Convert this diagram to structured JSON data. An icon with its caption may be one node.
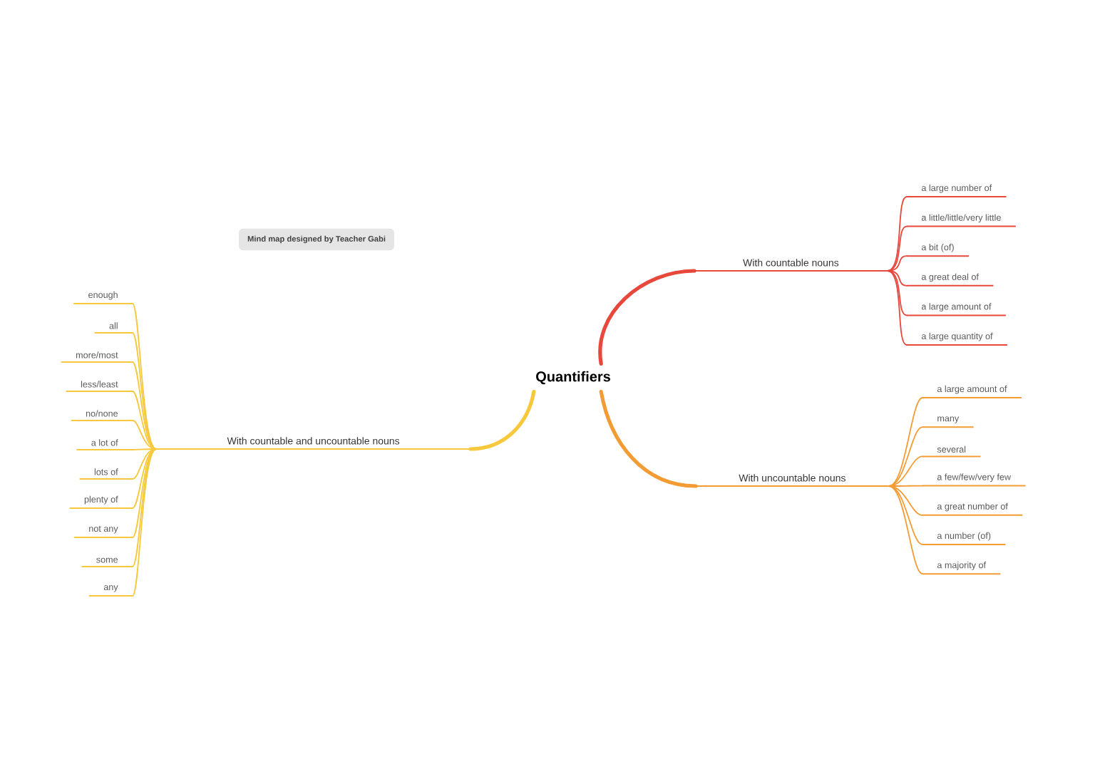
{
  "diagram": {
    "nodes": [
      {
        "text": [
          "Quantifiers"
        ]
      },
      {
        "text": [
          "With countable nouns"
        ]
      },
      {
        "text": [
          "a large number of"
        ]
      },
      {
        "text": [
          "a little/little/very little"
        ]
      },
      {
        "text": [
          "a bit (of)"
        ]
      },
      {
        "text": [
          "a great deal of"
        ]
      },
      {
        "text": [
          "a large amount of"
        ]
      },
      {
        "text": [
          "a large quantity of"
        ]
      },
      {
        "text": [
          "With uncountable nouns"
        ]
      },
      {
        "text": [
          "a large amount of"
        ]
      },
      {
        "text": [
          "many"
        ]
      },
      {
        "text": [
          "several"
        ]
      },
      {
        "text": [
          "a few/few/very few"
        ]
      },
      {
        "text": [
          "a great number of"
        ]
      },
      {
        "text": [
          "a number (of)"
        ]
      },
      {
        "text": [
          "a majority of"
        ]
      },
      {
        "text": [
          "With countable and uncountable nouns"
        ]
      },
      {
        "text": [
          "enough"
        ]
      },
      {
        "text": [
          "all"
        ]
      },
      {
        "text": [
          "more/most"
        ]
      },
      {
        "text": [
          "less/least"
        ]
      },
      {
        "text": [
          "no/none"
        ]
      },
      {
        "text": [
          "a lot of"
        ]
      },
      {
        "text": [
          "lots of"
        ]
      },
      {
        "text": [
          "plenty of"
        ]
      },
      {
        "text": [
          "not any"
        ]
      },
      {
        "text": [
          "some"
        ]
      },
      {
        "text": [
          "any"
        ]
      },
      {
        "text": [
          "Mind map designed by Teacher Gabi"
        ]
      }
    ],
    "edges": [
      {
        "from": 0,
        "to": 1,
        "arrow": "none",
        "style": "thick",
        "color": "#e8473b"
      },
      {
        "from": 1,
        "to": 2,
        "arrow": "none",
        "color": "#e8473b"
      },
      {
        "from": 1,
        "to": 3,
        "arrow": "none",
        "color": "#e8473b"
      },
      {
        "from": 1,
        "to": 4,
        "arrow": "none",
        "color": "#e8473b"
      },
      {
        "from": 1,
        "to": 5,
        "arrow": "none",
        "color": "#e8473b"
      },
      {
        "from": 1,
        "to": 6,
        "arrow": "none",
        "color": "#e8473b"
      },
      {
        "from": 1,
        "to": 7,
        "arrow": "none",
        "color": "#e8473b"
      },
      {
        "from": 0,
        "to": 8,
        "arrow": "none",
        "style": "thick",
        "color": "#f39c34"
      },
      {
        "from": 8,
        "to": 9,
        "arrow": "none",
        "color": "#f39c34"
      },
      {
        "from": 8,
        "to": 10,
        "arrow": "none",
        "color": "#f39c34"
      },
      {
        "from": 8,
        "to": 11,
        "arrow": "none",
        "color": "#f39c34"
      },
      {
        "from": 8,
        "to": 12,
        "arrow": "none",
        "color": "#f39c34"
      },
      {
        "from": 8,
        "to": 13,
        "arrow": "none",
        "color": "#f39c34"
      },
      {
        "from": 8,
        "to": 14,
        "arrow": "none",
        "color": "#f39c34"
      },
      {
        "from": 8,
        "to": 15,
        "arrow": "none",
        "color": "#f39c34"
      },
      {
        "from": 0,
        "to": 16,
        "arrow": "none",
        "style": "thick",
        "color": "#f7c83b"
      },
      {
        "from": 16,
        "to": 17,
        "arrow": "none",
        "color": "#f7c83b"
      },
      {
        "from": 16,
        "to": 18,
        "arrow": "none",
        "color": "#f7c83b"
      },
      {
        "from": 16,
        "to": 19,
        "arrow": "none",
        "color": "#f7c83b"
      },
      {
        "from": 16,
        "to": 20,
        "arrow": "none",
        "color": "#f7c83b"
      },
      {
        "from": 16,
        "to": 21,
        "arrow": "none",
        "color": "#f7c83b"
      },
      {
        "from": 16,
        "to": 22,
        "arrow": "none",
        "color": "#f7c83b"
      },
      {
        "from": 16,
        "to": 23,
        "arrow": "none",
        "color": "#f7c83b"
      },
      {
        "from": 16,
        "to": 24,
        "arrow": "none",
        "color": "#f7c83b"
      },
      {
        "from": 16,
        "to": 25,
        "arrow": "none",
        "color": "#f7c83b"
      },
      {
        "from": 16,
        "to": 26,
        "arrow": "none",
        "color": "#f7c83b"
      },
      {
        "from": 16,
        "to": 27,
        "arrow": "none",
        "color": "#f7c83b"
      }
    ]
  }
}
